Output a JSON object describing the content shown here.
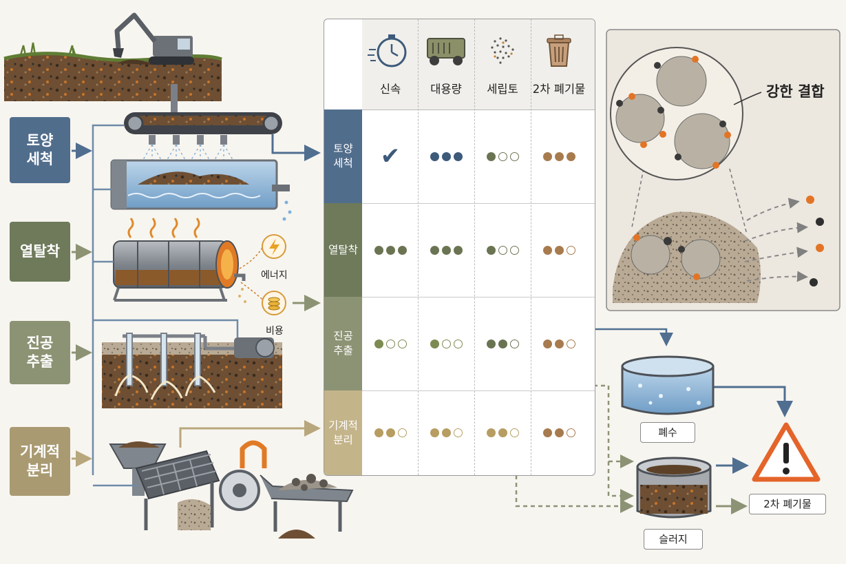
{
  "left_labels": [
    {
      "text": "토양\n세척",
      "color": "#516d8c"
    },
    {
      "text": "열탈착",
      "color": "#6e7a5a"
    },
    {
      "text": "진공\n추출",
      "color": "#8c9374"
    },
    {
      "text": "기계적\n분리",
      "color": "#a99a72"
    }
  ],
  "table": {
    "columns": [
      {
        "label": "신속",
        "icon": "stopwatch-icon"
      },
      {
        "label": "대용량",
        "icon": "truck-icon"
      },
      {
        "label": "세립토",
        "icon": "fine-particles-icon"
      },
      {
        "label": "2차 폐기물",
        "icon": "trash-bin-icon"
      }
    ],
    "rows": [
      {
        "label": "토양\n세척",
        "color": "#516d8c",
        "cells": [
          {
            "type": "check"
          },
          {
            "color": "#3d5a7a",
            "filled": 3
          },
          {
            "color": "#6b7452",
            "filled": 1
          },
          {
            "color": "#a77b4e",
            "filled": 3
          }
        ]
      },
      {
        "label": "열탈착",
        "color": "#6e7a5a",
        "cells": [
          {
            "color": "#6b7452",
            "filled": 3
          },
          {
            "color": "#6b7452",
            "filled": 3
          },
          {
            "color": "#6b7452",
            "filled": 1
          },
          {
            "color": "#a77b4e",
            "filled": 2
          }
        ]
      },
      {
        "label": "진공\n추출",
        "color": "#8c9374",
        "cells": [
          {
            "color": "#7d8a52",
            "filled": 1
          },
          {
            "color": "#7d8a52",
            "filled": 1
          },
          {
            "color": "#6b7452",
            "filled": 2
          },
          {
            "color": "#a77b4e",
            "filled": 2
          }
        ]
      },
      {
        "label": "기계적\n분리",
        "color": "#c4b48a",
        "cells": [
          {
            "color": "#b79d62",
            "filled": 2
          },
          {
            "color": "#b79d62",
            "filled": 2
          },
          {
            "color": "#b79d62",
            "filled": 2
          },
          {
            "color": "#a77b4e",
            "filled": 2
          }
        ]
      }
    ]
  },
  "side_labels": {
    "energy": "에너지",
    "cost": "비용"
  },
  "callout": "강한 결합",
  "outputs": {
    "wastewater": "폐수",
    "sludge": "슬러지",
    "secondary_waste": "2차 폐기물"
  }
}
